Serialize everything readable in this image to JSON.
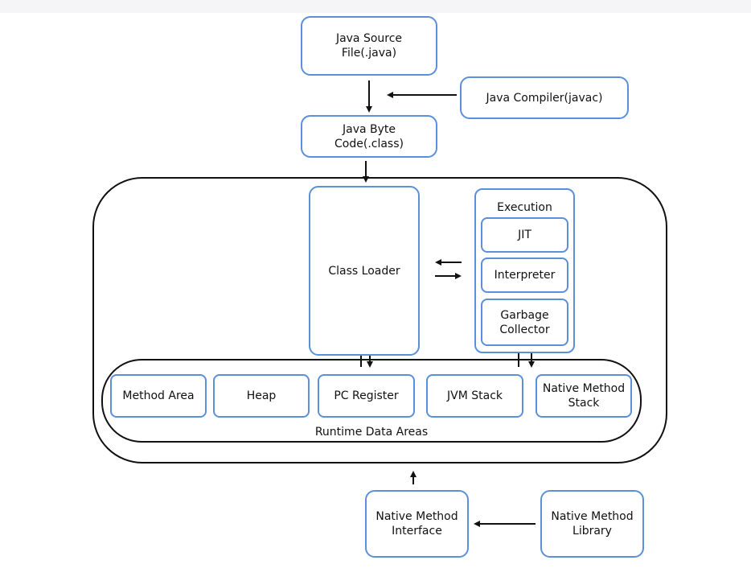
{
  "diagram": {
    "source_file": "Java Source\nFile(.java)",
    "compiler": "Java Compiler(javac)",
    "byte_code": "Java Byte\nCode(.class)",
    "class_loader": "Class Loader",
    "execution": {
      "title": "Execution",
      "jit": "JIT",
      "interpreter": "Interpreter",
      "garbage_collector": "Garbage\nCollector"
    },
    "runtime": {
      "title": "Runtime Data Areas",
      "method_area": "Method Area",
      "heap": "Heap",
      "pc_register": "PC Register",
      "jvm_stack": "JVM Stack",
      "native_method_stack": "Native Method\nStack"
    },
    "native_interface": "Native Method\nInterface",
    "native_library": "Native Method\nLibrary"
  },
  "colors": {
    "box_border": "#5b8fd9",
    "container_border": "#111111",
    "arrow": "#111111"
  }
}
